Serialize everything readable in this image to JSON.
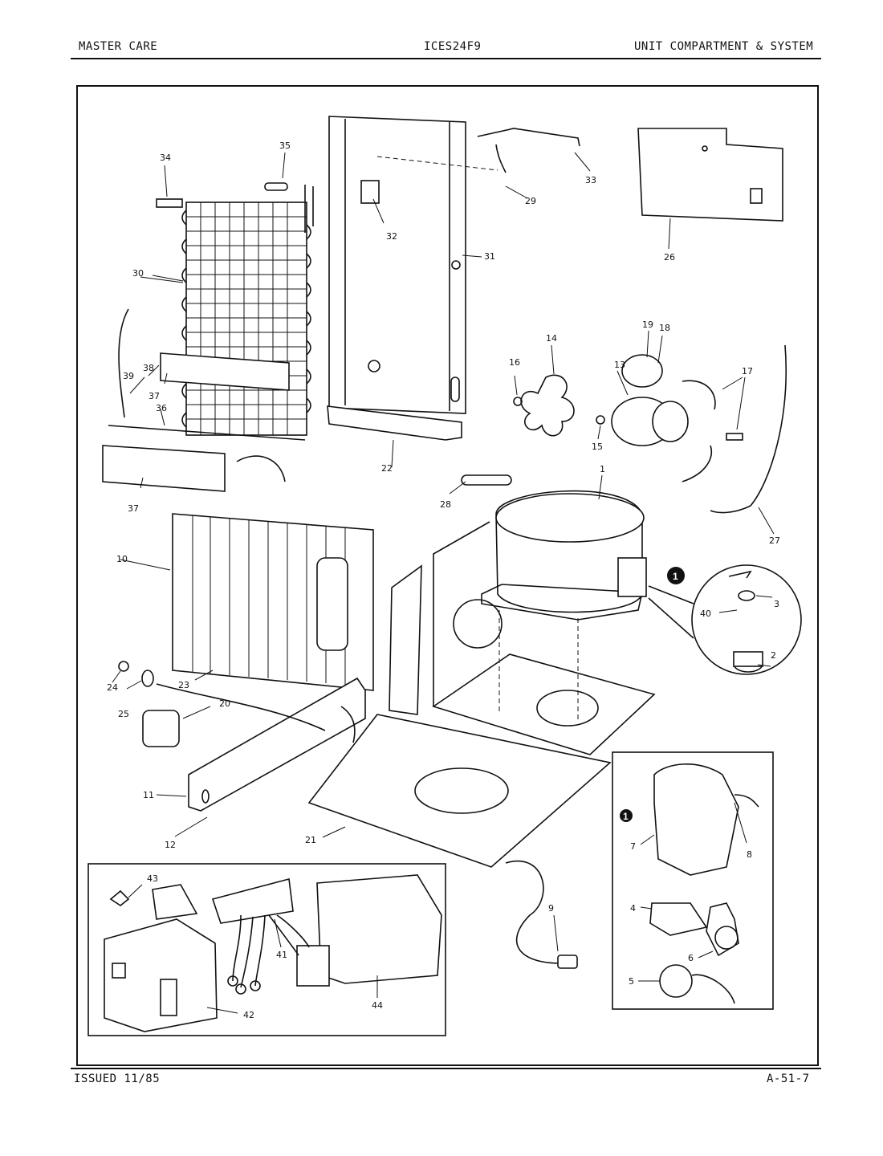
{
  "header": {
    "left": "MASTER CARE",
    "center": "ICES24F9",
    "right": "UNIT COMPARTMENT & SYSTEM"
  },
  "footer": {
    "left": "ISSUED 11/85",
    "right": "A-51-7"
  },
  "callouts": {
    "c1": "1",
    "c2": "2",
    "c3": "3",
    "c4": "4",
    "c5": "5",
    "c6": "6",
    "c7": "7",
    "c8": "8",
    "c9": "9",
    "c10": "10",
    "c11": "11",
    "c12": "12",
    "c13": "13",
    "c14": "14",
    "c15": "15",
    "c16": "16",
    "c17": "17",
    "c18": "18",
    "c19": "19",
    "c20": "20",
    "c21": "21",
    "c22": "22",
    "c23": "23",
    "c24": "24",
    "c25": "25",
    "c26": "26",
    "c27": "27",
    "c28": "28",
    "c29": "29",
    "c30": "30",
    "c31": "31",
    "c32": "32",
    "c33": "33",
    "c34": "34",
    "c35": "35",
    "c36": "36",
    "c37a": "37",
    "c37b": "37",
    "c38": "38",
    "c39": "39",
    "c40": "40",
    "c41": "41",
    "c42": "42",
    "c43": "43",
    "c44": "44"
  },
  "markers": {
    "m1": "1",
    "m2": "1"
  }
}
